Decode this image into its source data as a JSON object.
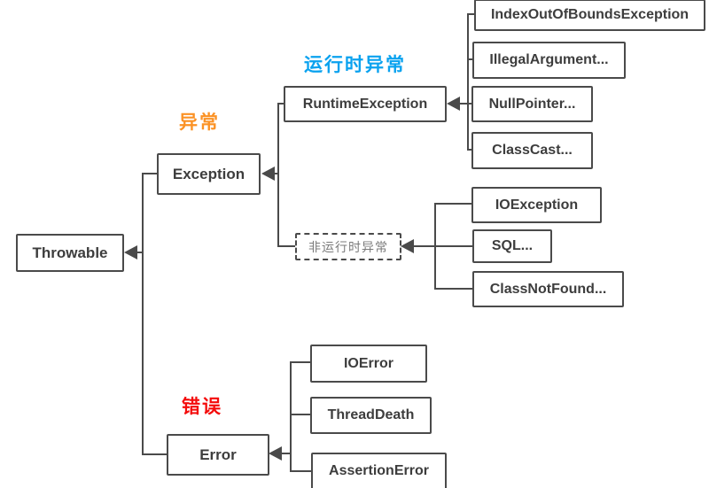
{
  "colors": {
    "background": "#ffffff",
    "box_border": "#4a4a4a",
    "box_text": "#3d3d3d",
    "line": "#4a4a4a",
    "dashed_text": "#7b7b7b",
    "label_exception": "#fb9225",
    "label_runtime": "#0aa2ef",
    "label_error": "#f40b0b"
  },
  "nodes": {
    "throwable": {
      "label": "Throwable"
    },
    "exception": {
      "label": "Exception"
    },
    "runtime_exception": {
      "label": "RuntimeException"
    },
    "index_out_of_bounds": {
      "label": "IndexOutOfBoundsException"
    },
    "illegal_argument": {
      "label": "IllegalArgument..."
    },
    "null_pointer": {
      "label": "NullPointer..."
    },
    "class_cast": {
      "label": "ClassCast..."
    },
    "non_runtime": {
      "label": "非运行时异常"
    },
    "io_exception": {
      "label": "IOException"
    },
    "sql": {
      "label": "SQL..."
    },
    "class_not_found": {
      "label": "ClassNotFound..."
    },
    "error": {
      "label": "Error"
    },
    "io_error": {
      "label": "IOError"
    },
    "thread_death": {
      "label": "ThreadDeath"
    },
    "assertion_error": {
      "label": "AssertionError"
    }
  },
  "annotations": {
    "exception_label": "异常",
    "runtime_label": "运行时异常",
    "error_label": "错误"
  },
  "edges": [
    {
      "from": "exception",
      "to": "throwable"
    },
    {
      "from": "error",
      "to": "throwable"
    },
    {
      "from": "runtime_exception",
      "to": "exception"
    },
    {
      "from": "non_runtime",
      "to": "exception"
    },
    {
      "from": "index_out_of_bounds",
      "to": "runtime_exception"
    },
    {
      "from": "illegal_argument",
      "to": "runtime_exception"
    },
    {
      "from": "null_pointer",
      "to": "runtime_exception"
    },
    {
      "from": "class_cast",
      "to": "runtime_exception"
    },
    {
      "from": "io_exception",
      "to": "non_runtime"
    },
    {
      "from": "sql",
      "to": "non_runtime"
    },
    {
      "from": "class_not_found",
      "to": "non_runtime"
    },
    {
      "from": "io_error",
      "to": "error"
    },
    {
      "from": "thread_death",
      "to": "error"
    },
    {
      "from": "assertion_error",
      "to": "error"
    }
  ]
}
